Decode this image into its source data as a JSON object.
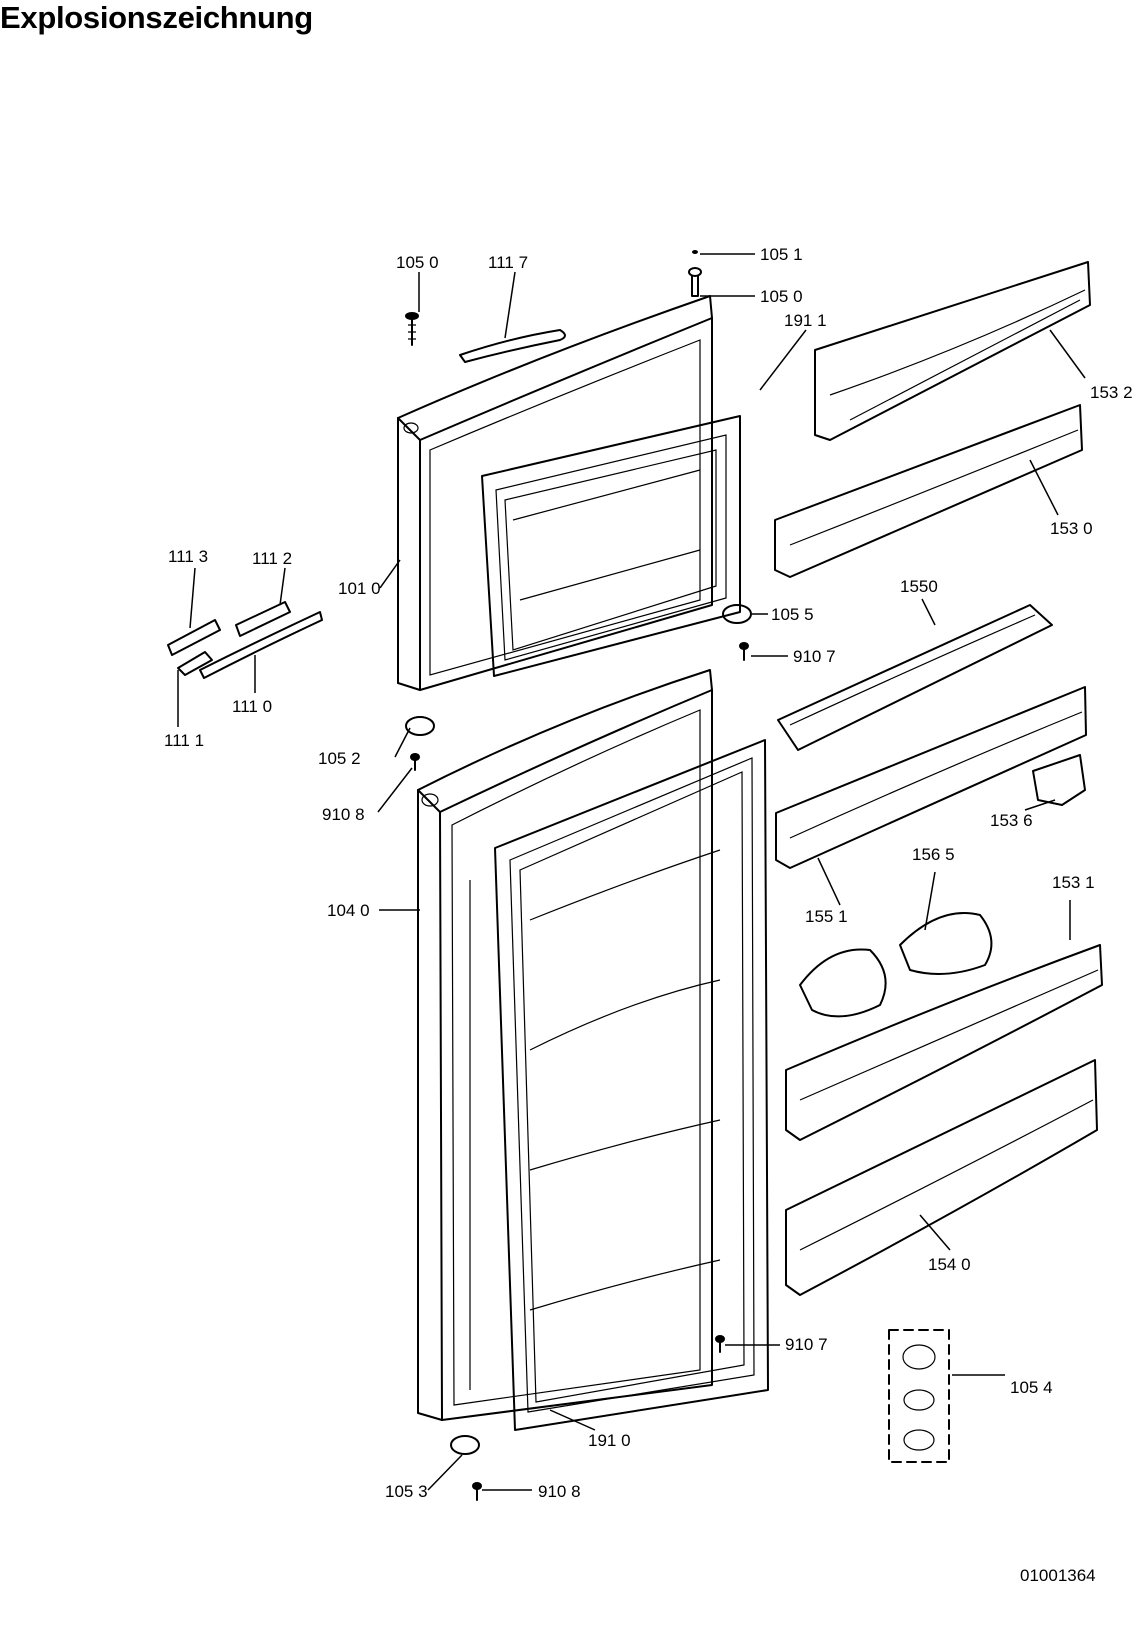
{
  "title": "Explosionszeichnung",
  "document_number": "01001364",
  "labels": {
    "l_1050a": "105 0",
    "l_1117": "111 7",
    "l_1051": "105 1",
    "l_1050b": "105 0",
    "l_1911": "191 1",
    "l_1532": "153 2",
    "l_1530": "153 0",
    "l_1113": "111 3",
    "l_1112": "111 2",
    "l_1010": "101 0",
    "l_1110": "111 0",
    "l_1111": "111 1",
    "l_1055": "105 5",
    "l_1550": "1550",
    "l_9107a": "910 7",
    "l_1052": "105 2",
    "l_9108a": "910 8",
    "l_1536": "153 6",
    "l_1565": "156 5",
    "l_1531": "153 1",
    "l_1040": "104 0",
    "l_1551": "155 1",
    "l_1540": "154 0",
    "l_9107b": "910 7",
    "l_1054": "105 4",
    "l_1910": "191 0",
    "l_1053": "105 3",
    "l_9108b": "910 8"
  }
}
